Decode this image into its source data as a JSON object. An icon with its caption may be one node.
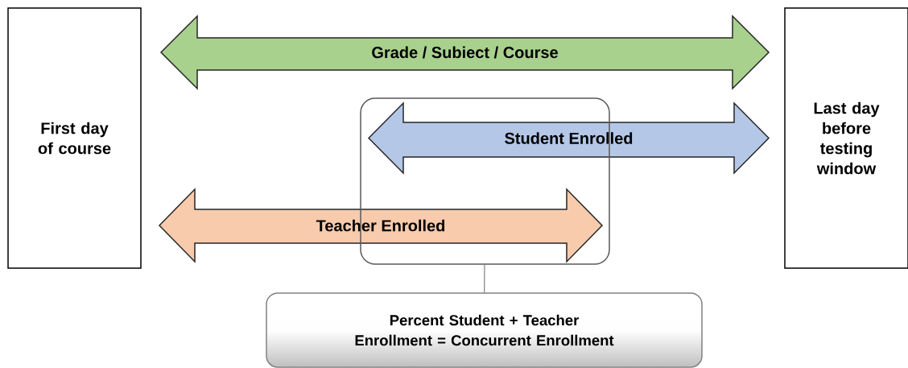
{
  "diagram": {
    "nodes": [
      {
        "text": [
          "First day of course"
        ]
      },
      {
        "text": [
          "Grade / Subiect / Course"
        ]
      },
      {
        "text": [
          "Last day before testing window"
        ]
      },
      {
        "text": [],
        "shape": "box"
      },
      {
        "text": [
          "Student Enrolled"
        ]
      },
      {
        "text": [
          "Teacher Enrolled"
        ]
      },
      {
        "text": [
          "Percent Student + Teacher Enrollment = Concurrent Enrollment"
        ]
      }
    ],
    "edges": [
      {
        "from": 3,
        "to": 6,
        "arrow": "none"
      }
    ]
  }
}
